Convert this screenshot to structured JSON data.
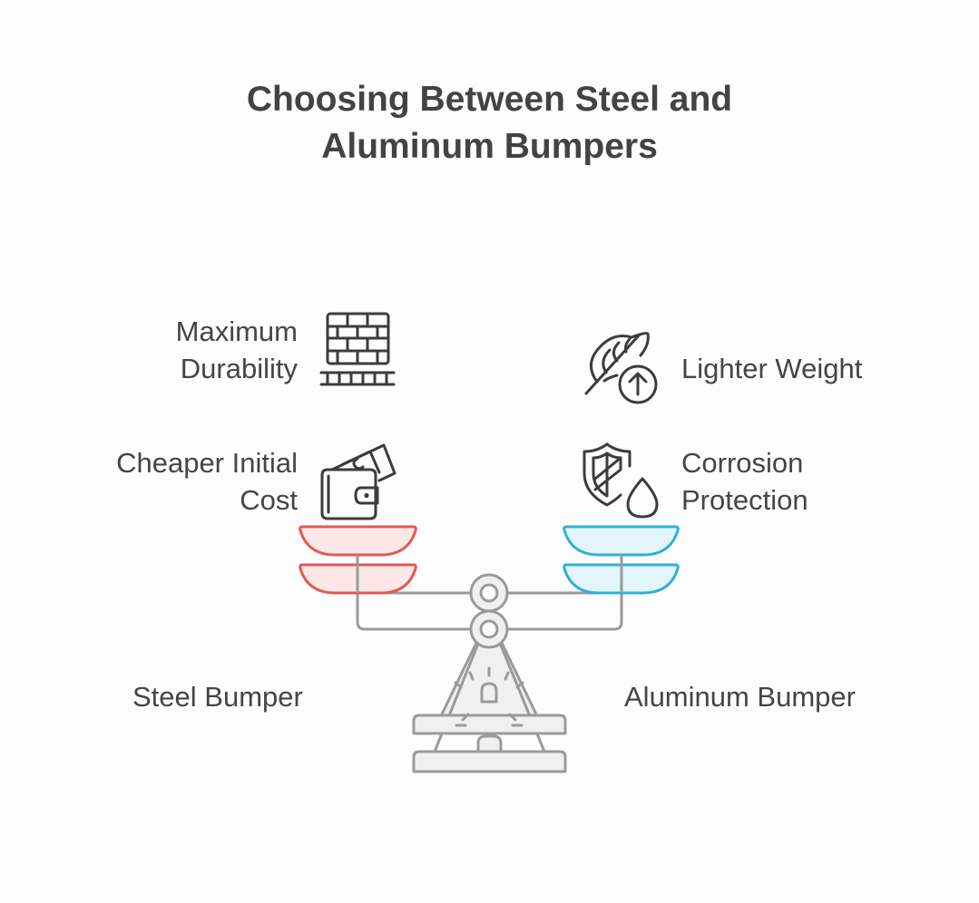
{
  "title": {
    "line1": "Choosing Between Steel and",
    "line2": "Aluminum Bumpers"
  },
  "left": {
    "option": "Steel Bumper",
    "features": [
      {
        "line1": "Maximum",
        "line2": "Durability",
        "icon": "brick-wall-icon"
      },
      {
        "line1": "Cheaper Initial",
        "line2": "Cost",
        "icon": "wallet-money-icon"
      }
    ]
  },
  "right": {
    "option": "Aluminum Bumper",
    "features": [
      {
        "line1": "Lighter Weight",
        "icon": "feather-up-icon"
      },
      {
        "line1": "Corrosion",
        "line2": "Protection",
        "icon": "shield-drop-icon"
      }
    ]
  },
  "colors": {
    "steel": "#e05a52",
    "steel_fill": "#fde8e7",
    "aluminum": "#2fb0d8",
    "aluminum_fill": "#e3f5fb",
    "scale": "#9a9a9a",
    "icon": "#3c3c3c",
    "text": "#454545"
  }
}
